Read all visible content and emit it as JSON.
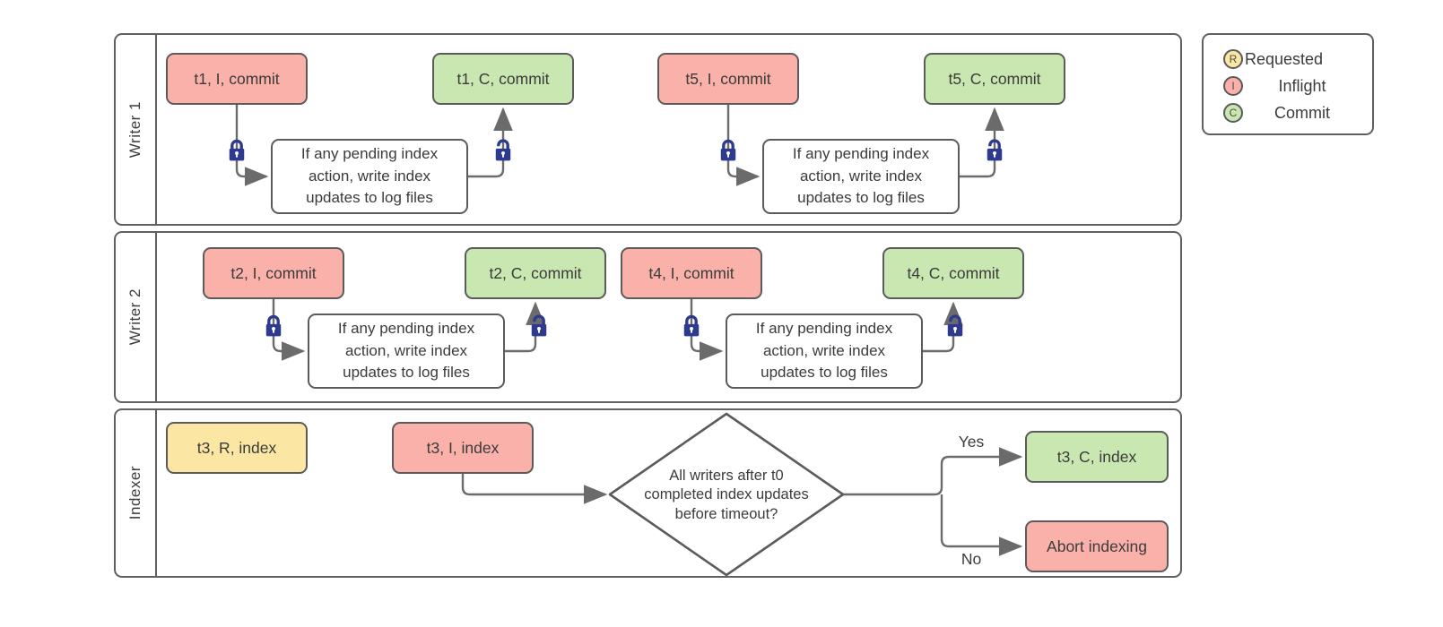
{
  "diagram": {
    "colors": {
      "requested_fill": "#fbe7a3",
      "inflight_fill": "#f9b1a9",
      "commit_fill": "#c9e7b1",
      "node_border": "#5b5b5b",
      "lane_border": "#606060",
      "arrow": "#6b6b6b",
      "lock_blue": "#2e3a8d",
      "text": "#3b3b3b"
    },
    "lanes": [
      {
        "label": "Writer 1"
      },
      {
        "label": "Writer 2"
      },
      {
        "label": "Indexer"
      }
    ],
    "nodes": {
      "t1i": "t1, I, commit",
      "t1c": "t1, C, commit",
      "t5i": "t5, I, commit",
      "t5c": "t5, C, commit",
      "t2i": "t2, I, commit",
      "t2c": "t2, C, commit",
      "t4i": "t4, I, commit",
      "t4c": "t4, C, commit",
      "t3r": "t3, R, index",
      "t3i": "t3, I, index",
      "t3c": "t3, C, index",
      "abort": "Abort indexing"
    },
    "process_text": "If any pending index\naction, write index\nupdates to log files",
    "decision": {
      "text": "All writers after t0\ncompleted index updates\nbefore timeout?",
      "yes_label": "Yes",
      "no_label": "No"
    },
    "legend": {
      "items": [
        {
          "symbol": "R",
          "label": "Requested",
          "type": "requested"
        },
        {
          "symbol": "I",
          "label": "Inflight",
          "type": "inflight"
        },
        {
          "symbol": "C",
          "label": "Commit",
          "type": "commit"
        }
      ]
    }
  }
}
